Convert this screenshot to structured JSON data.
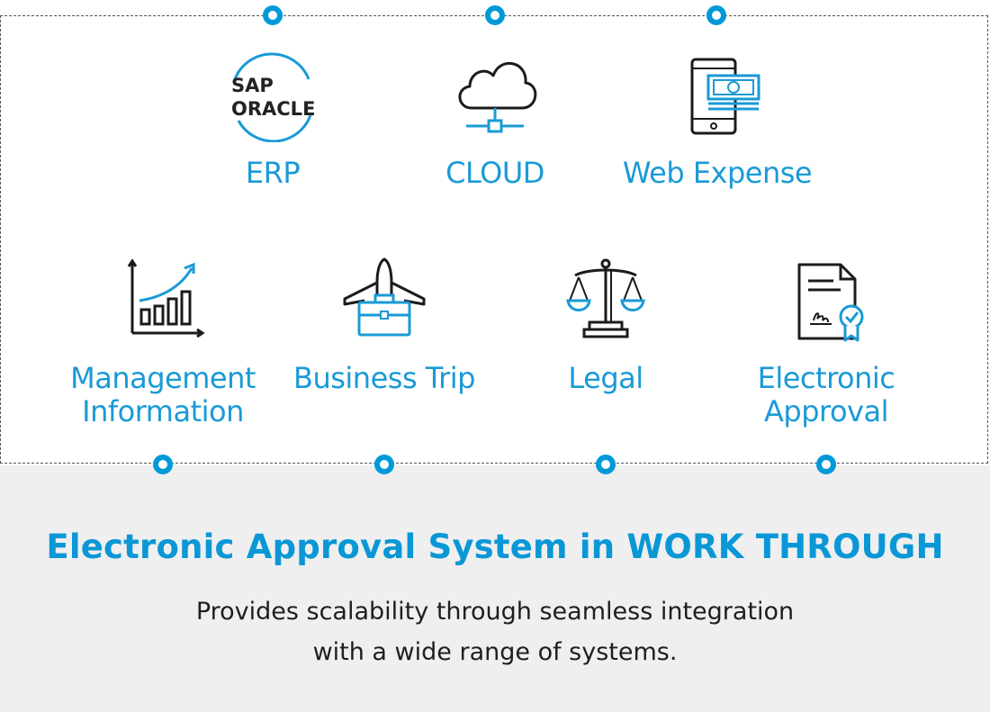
{
  "accent_color": "#1a9ad6",
  "top_row": [
    {
      "label": "ERP",
      "icon": "sap-oracle-logo-icon",
      "logo_text": [
        "SAP",
        "ORACLE"
      ]
    },
    {
      "label": "CLOUD",
      "icon": "cloud-network-icon"
    },
    {
      "label": "Web Expense",
      "icon": "smartphone-money-icon"
    }
  ],
  "bottom_row": [
    {
      "label": "Management\nInformation",
      "icon": "growth-chart-icon"
    },
    {
      "label": "Business Trip",
      "icon": "airplane-briefcase-icon"
    },
    {
      "label": "Legal",
      "icon": "scales-icon"
    },
    {
      "label": "Electronic\nApproval",
      "icon": "certified-document-icon"
    }
  ],
  "footer": {
    "title": "Electronic Approval System in WORK THROUGH",
    "subtitle": "Provides scalability through seamless integration\nwith a wide range of systems."
  }
}
